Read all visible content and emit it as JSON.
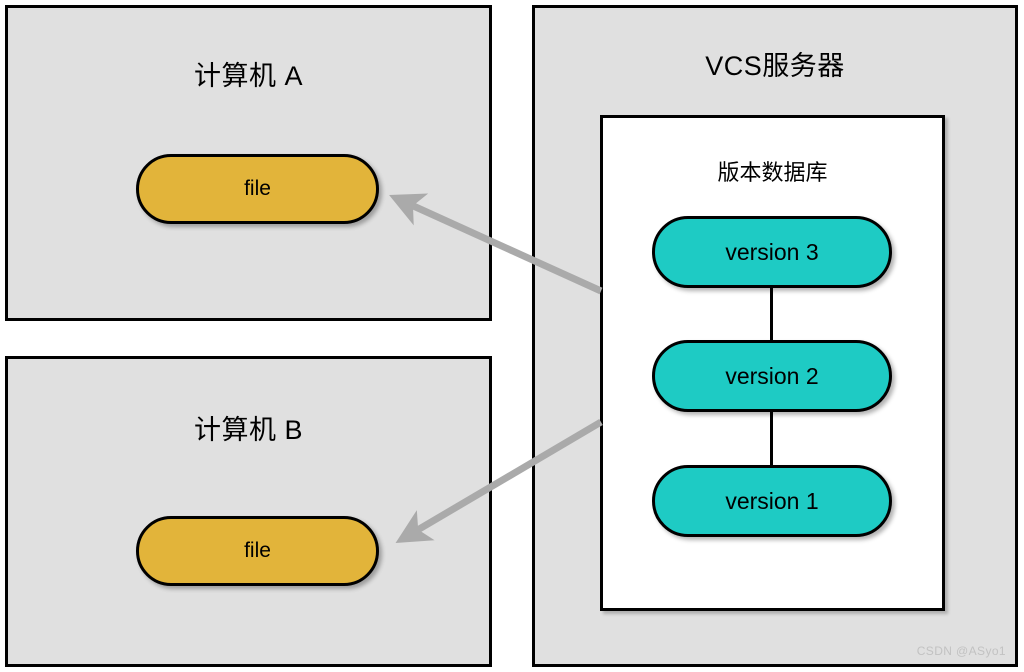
{
  "diagram": {
    "title_watermark": "CSDN @ASyo1",
    "colors": {
      "panel_fill": "#e0e0e0",
      "panel_stroke": "#000000",
      "repo_fill": "#ffffff",
      "file_node_fill": "#e2b43a",
      "version_node_fill": "#1ecbc4",
      "arrow": "#aaaaaa",
      "watermark_text": "#c2c2c2"
    },
    "panels": [
      {
        "id": "computer-a",
        "label": "计算机 A"
      },
      {
        "id": "computer-b",
        "label": "计算机 B"
      },
      {
        "id": "vcs-server",
        "label": "VCS服务器"
      }
    ],
    "repository": {
      "label": "版本数据库",
      "versions": [
        {
          "label": "version 3"
        },
        {
          "label": "version 2"
        },
        {
          "label": "version 1"
        }
      ]
    },
    "file_nodes": [
      {
        "label": "file",
        "in_panel": "computer-a"
      },
      {
        "label": "file",
        "in_panel": "computer-b"
      }
    ],
    "arrows": [
      {
        "from": "vcs-server",
        "to": "file-a",
        "direction": "server-to-computer-a"
      },
      {
        "from": "vcs-server",
        "to": "file-b",
        "direction": "server-to-computer-b"
      }
    ]
  }
}
